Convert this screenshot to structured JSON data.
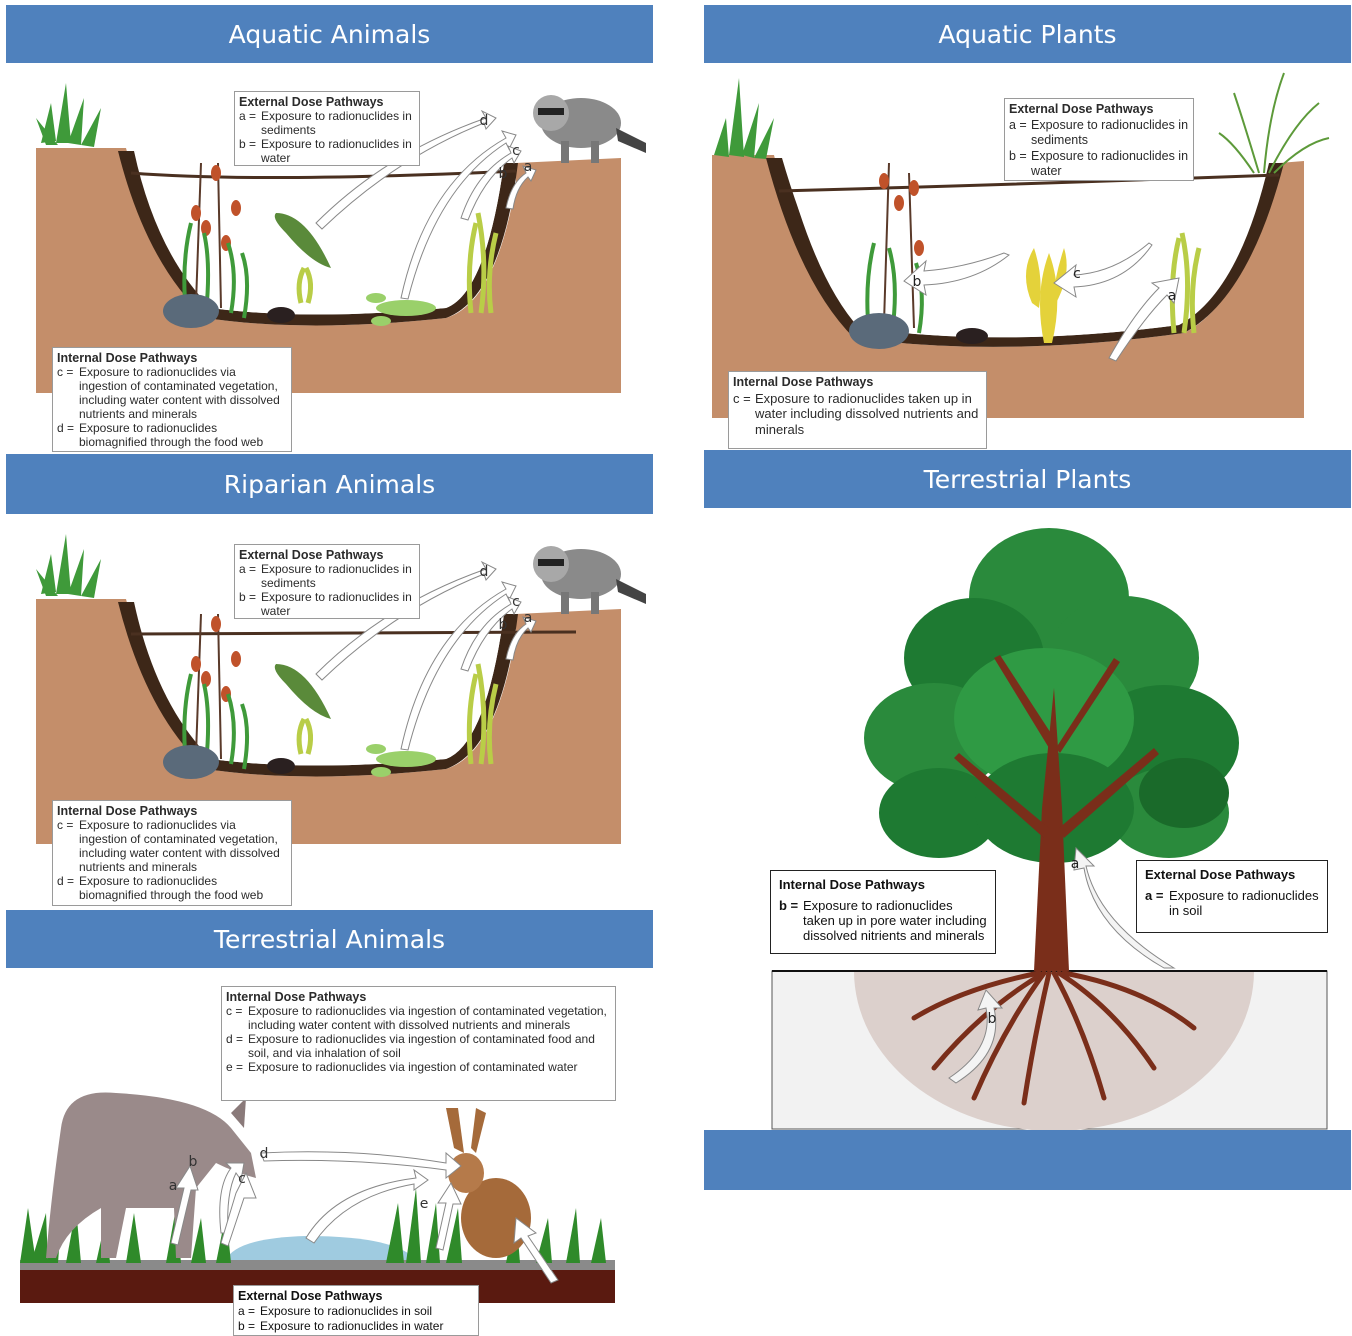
{
  "headers": {
    "aquatic_animals": "Aquatic Animals",
    "aquatic_plants": "Aquatic Plants",
    "riparian_animals": "Riparian Animals",
    "terrestrial_plants": "Terrestrial Plants",
    "terrestrial_animals": "Terrestrial Animals",
    "blank": ""
  },
  "aquatic_animals": {
    "external": {
      "title": "External Dose Pathways",
      "items": [
        {
          "key": "a =",
          "text": "Exposure to radionuclides in sediments"
        },
        {
          "key": "b =",
          "text": "Exposure to radionuclides in water"
        }
      ]
    },
    "internal": {
      "title": "Internal Dose Pathways",
      "items": [
        {
          "key": "c =",
          "text": "Exposure to radionuclides via ingestion of contaminated vegetation, including water content with dissolved nutrients and minerals"
        },
        {
          "key": "d =",
          "text": "Exposure to radionuclides biomagnified through the food web"
        }
      ]
    },
    "arrow_labels": [
      "a",
      "b",
      "c",
      "d"
    ]
  },
  "riparian_animals": {
    "external": {
      "title": "External Dose Pathways",
      "items": [
        {
          "key": "a =",
          "text": "Exposure to radionuclides in sediments"
        },
        {
          "key": "b =",
          "text": "Exposure to radionuclides in water"
        }
      ]
    },
    "internal": {
      "title": "Internal Dose Pathways",
      "items": [
        {
          "key": "c =",
          "text": "Exposure to radionuclides via ingestion of contaminated vegetation, including water content with dissolved nutrients and minerals"
        },
        {
          "key": "d =",
          "text": "Exposure to radionuclides biomagnified through the food web"
        }
      ]
    },
    "arrow_labels": [
      "a",
      "b",
      "c",
      "d"
    ]
  },
  "aquatic_plants": {
    "external": {
      "title": "External Dose Pathways",
      "items": [
        {
          "key": "a =",
          "text": "Exposure to radionuclides in sediments"
        },
        {
          "key": "b =",
          "text": "Exposure to radionuclides in water"
        }
      ]
    },
    "internal": {
      "title": "Internal Dose Pathways",
      "items": [
        {
          "key": "c =",
          "text": "Exposure to radionuclides taken up in water including dissolved nutrients and minerals"
        }
      ]
    },
    "arrow_labels": [
      "a",
      "b",
      "c"
    ]
  },
  "terrestrial_plants": {
    "internal": {
      "title": "Internal Dose Pathways",
      "items": [
        {
          "key": "b =",
          "text": "Exposure to radionuclides taken up in pore water including dissolved nitrients and minerals"
        }
      ]
    },
    "external": {
      "title": "External Dose Pathways",
      "items": [
        {
          "key": "a =",
          "text": "Exposure to radionuclides in soil"
        }
      ]
    },
    "arrow_labels": [
      "a",
      "b"
    ]
  },
  "terrestrial_animals": {
    "internal": {
      "title": "Internal Dose Pathways",
      "items": [
        {
          "key": "c =",
          "text": "Exposure to radionuclides via ingestion of contaminated vegetation, including water content with dissolved nutrients and minerals"
        },
        {
          "key": "d =",
          "text": "Exposure to radionuclides via ingestion of contaminated food and soil, and via inhalation of soil"
        },
        {
          "key": "e =",
          "text": "Exposure to radionuclides via ingestion of contaminated water"
        }
      ]
    },
    "external": {
      "title": "External Dose Pathways",
      "items": [
        {
          "key": "a =",
          "text": "Exposure to radionuclides in soil"
        },
        {
          "key": "b =",
          "text": "Exposure to radionuclides in water"
        }
      ]
    },
    "arrow_labels": [
      "a",
      "b",
      "c",
      "d",
      "e"
    ]
  },
  "colors": {
    "header_bg": "#4f81bd",
    "soil": "#c48e6a",
    "soil_dark": "#3d2718",
    "water_line": "#4a3020",
    "plant_green": "#3f9a3a",
    "tree_green": "#2a8a3c",
    "trunk": "#7a2e1a"
  }
}
